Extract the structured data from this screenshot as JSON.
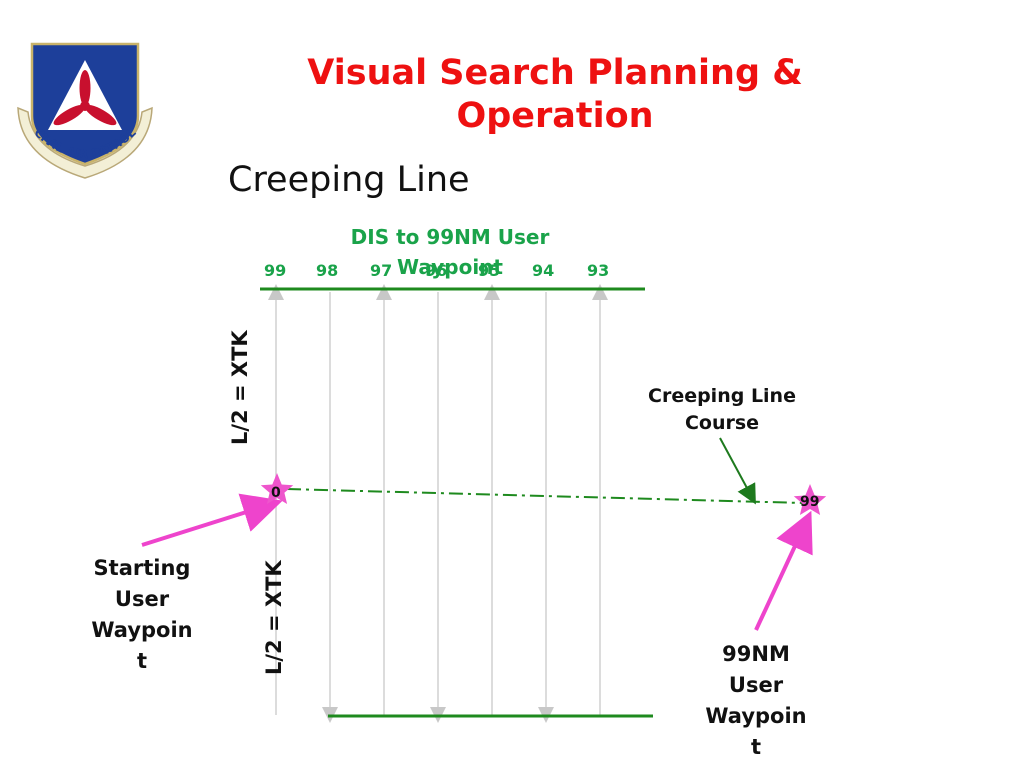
{
  "slide": {
    "title_line1": "Visual Search Planning &",
    "title_line2": "Operation",
    "subtitle": "Creeping Line"
  },
  "logo": {
    "text": "CIVIL AIR PATROL",
    "colors": {
      "shield": "#1d3f9a",
      "triangle": "#ffffff",
      "propeller": "#c8102e",
      "banner": "#f3efd6"
    }
  },
  "diagram": {
    "dis_label_line1": "DIS to 99NM User",
    "dis_label_line2": "Waypoint",
    "ticks": [
      "99",
      "98",
      "97",
      "96",
      "95",
      "94",
      "93"
    ],
    "xtk_top": "L/2 = XTK",
    "xtk_bottom": "L/2 = XTK",
    "course_label_line1": "Creeping Line",
    "course_label_line2": "Course",
    "start_waypoint_value": "0",
    "end_waypoint_value": "99",
    "start_label_lines": [
      "Starting",
      "User",
      "Waypoin",
      "t"
    ],
    "end_label_lines": [
      "99NM",
      "User",
      "Waypoin",
      "t"
    ],
    "colors": {
      "green": "#1aa34a",
      "line_green": "#1e8a1e",
      "magenta": "#ee44cc",
      "track": "#dcdcdc"
    }
  }
}
